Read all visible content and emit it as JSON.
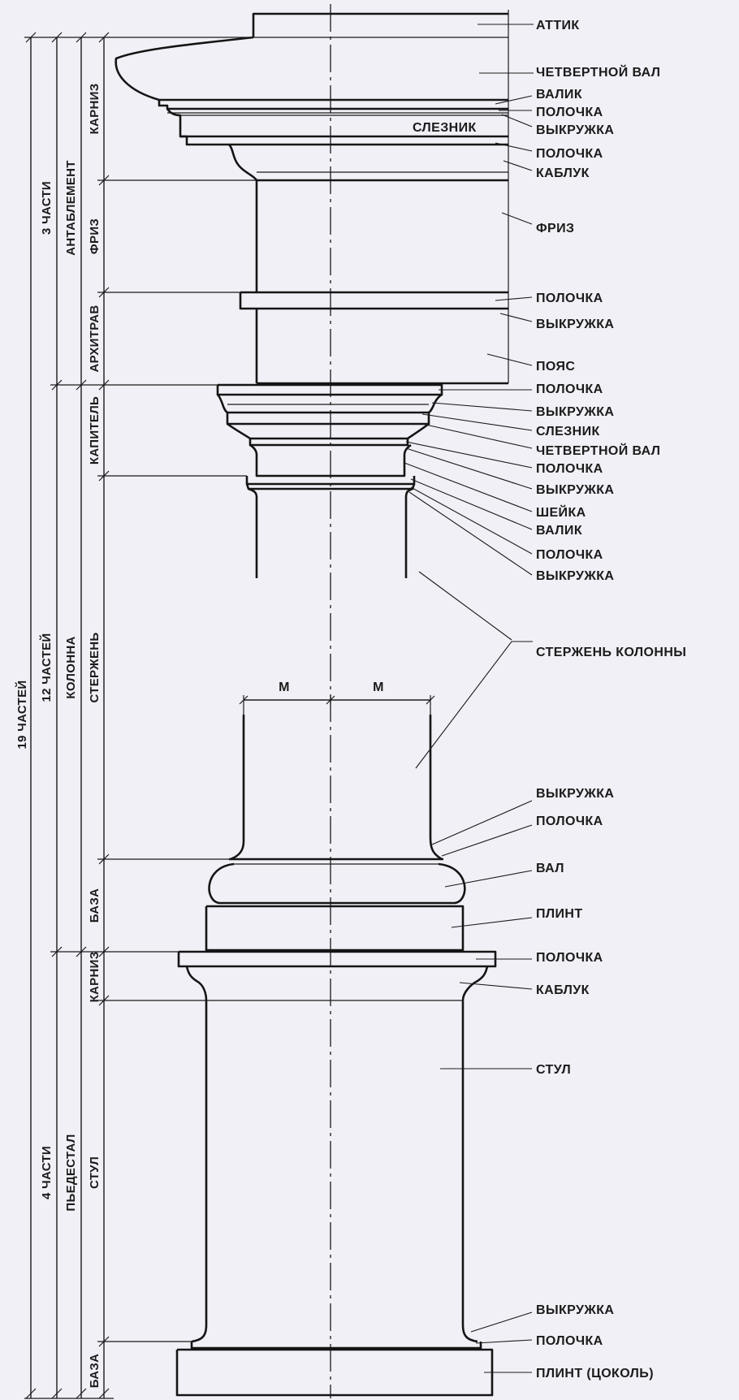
{
  "labels": {
    "attic": "АТТИК",
    "ovolo_top": "ЧЕТВЕРТНОЙ ВАЛ",
    "valik_top": "ВАЛИК",
    "polochka_1": "ПОЛОЧКА",
    "vykruzhka_1": "ВЫКРУЖКА",
    "sleznik_top": "СЛЕЗНИК",
    "polochka_2": "ПОЛОЧКА",
    "kabluk_top": "КАБЛУК",
    "friz": "ФРИЗ",
    "polochka_3": "ПОЛОЧКА",
    "vykruzhka_2": "ВЫКРУЖКА",
    "poyas": "ПОЯС",
    "polochka_4": "ПОЛОЧКА",
    "vykruzhka_3": "ВЫКРУЖКА",
    "sleznik_cap": "СЛЕЗНИК",
    "ovolo_cap": "ЧЕТВЕРТНОЙ ВАЛ",
    "polochka_5": "ПОЛОЧКА",
    "vykruzhka_4": "ВЫКРУЖКА",
    "sheyka": "ШЕЙКА",
    "valik_cap": "ВАЛИК",
    "polochka_6": "ПОЛОЧКА",
    "vykruzhka_5": "ВЫКРУЖКА",
    "shaft": "СТЕРЖЕНЬ КОЛОННЫ",
    "vykruzhka_6": "ВЫКРУЖКА",
    "polochka_7": "ПОЛОЧКА",
    "val": "ВАЛ",
    "plint": "ПЛИНТ",
    "polochka_8": "ПОЛОЧКА",
    "kabluk_ped": "КАБЛУК",
    "stul": "СТУЛ",
    "vykruzhka_7": "ВЫКРУЖКА",
    "polochka_9": "ПОЛОЧКА",
    "plint_base": "ПЛИНТ (ЦОКОЛЬ)"
  },
  "module": {
    "left": "М",
    "right": "М"
  },
  "vertical": {
    "total": "19 ЧАСТЕЙ",
    "three": "3 ЧАСТИ",
    "twelve": "12 ЧАСТЕЙ",
    "four": "4 ЧАСТИ",
    "entablature": "АНТАБЛЕМЕНТ",
    "column": "КОЛОННА",
    "pedestal": "ПЬЕДЕСТАЛ",
    "cornice": "КАРНИЗ",
    "frieze": "ФРИЗ",
    "architrave": "АРХИТРАВ",
    "capital": "КАПИТЕЛЬ",
    "shaft": "СТЕРЖЕНЬ",
    "base": "БАЗА",
    "ped_cornice": "КАРНИЗ",
    "ped_die": "СТУЛ",
    "ped_base": "БАЗА"
  }
}
